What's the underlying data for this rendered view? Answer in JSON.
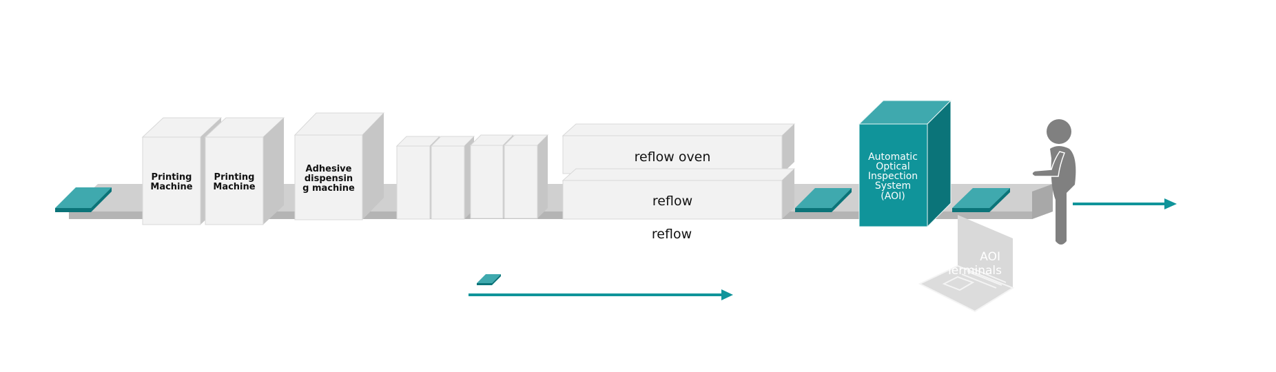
{
  "colors": {
    "teal": "#10949a",
    "teal_light": "#3fa9ae",
    "teal_dark": "#0b7479",
    "machine_front": "#f2f2f2",
    "machine_side": "#c6c6c6",
    "conveyor": "#c8c8c8",
    "person": "#808080"
  },
  "machines": {
    "printing_1": [
      "Printing",
      "Machine"
    ],
    "printing_2": [
      "Printing",
      "Machine"
    ],
    "adhesive": [
      "Adhesive",
      "dispensin",
      "g machine"
    ],
    "reflow_oven_top": "reflow oven",
    "reflow_oven_bottom": "reflow",
    "reflow_caption": "reflow",
    "aoi": [
      "Automatic",
      "Optical",
      "Inspection",
      "System",
      "(AOI)"
    ]
  },
  "terminal": {
    "label": [
      "AOI",
      "Terminals"
    ]
  },
  "icons": [
    "pcb-board-icon",
    "person-icon",
    "laptop-icon",
    "arrow-right-icon"
  ]
}
